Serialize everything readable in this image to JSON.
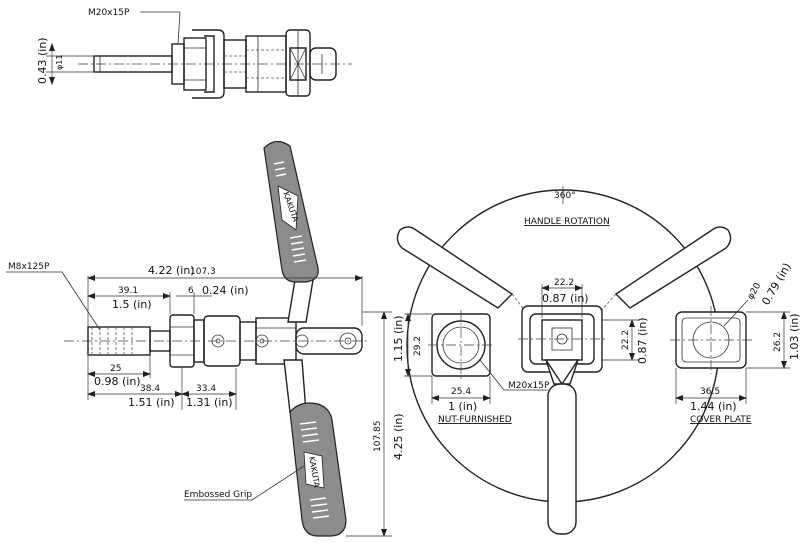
{
  "top_view": {
    "thread_label": "M20x15P",
    "dia_small": "φ11",
    "dia_small_in": "0.43 (in)"
  },
  "side_view": {
    "thread_label": "M8x125P",
    "overall_mm": "107.3",
    "overall_in": "4.22 (in)",
    "d_39_1": "39.1",
    "d_39_1_in": "1.5 (in)",
    "d_6": "6",
    "d_6_in": "0.24 (in)",
    "d_25": "25",
    "d_25_in": "0.98 (in)",
    "d_38_4": "38.4",
    "d_38_4_in": "1.51 (in)",
    "d_33_4": "33.4",
    "d_33_4_in": "1.31 (in)",
    "height_mm": "107.85",
    "height_in": "4.25 (in)",
    "grip_label": "Embossed Grip",
    "grip_brand": "KAKUTA"
  },
  "front_view": {
    "rotation_deg": "360°",
    "rotation_label": "HANDLE ROTATION",
    "d_22_2_top": "22.2",
    "d_22_2_top_in": "0.87 (in)",
    "d_22_2_side": "22.2",
    "d_22_2_side_in": "0.87 (in)",
    "nut_thread": "M20x15P",
    "nut_h_mm": "29.2",
    "nut_h_in": "1.15 (in)",
    "nut_w_mm": "25.4",
    "nut_w_in": "1 (in)",
    "nut_label": "NUT-FURNISHED",
    "cover_dia": "φ20",
    "cover_dia_in": "0.79 (in)",
    "cover_h_mm": "26.2",
    "cover_h_in": "1.03 (in)",
    "cover_w_mm": "36.5",
    "cover_w_in": "1.44 (in)",
    "cover_label": "COVER PLATE"
  }
}
